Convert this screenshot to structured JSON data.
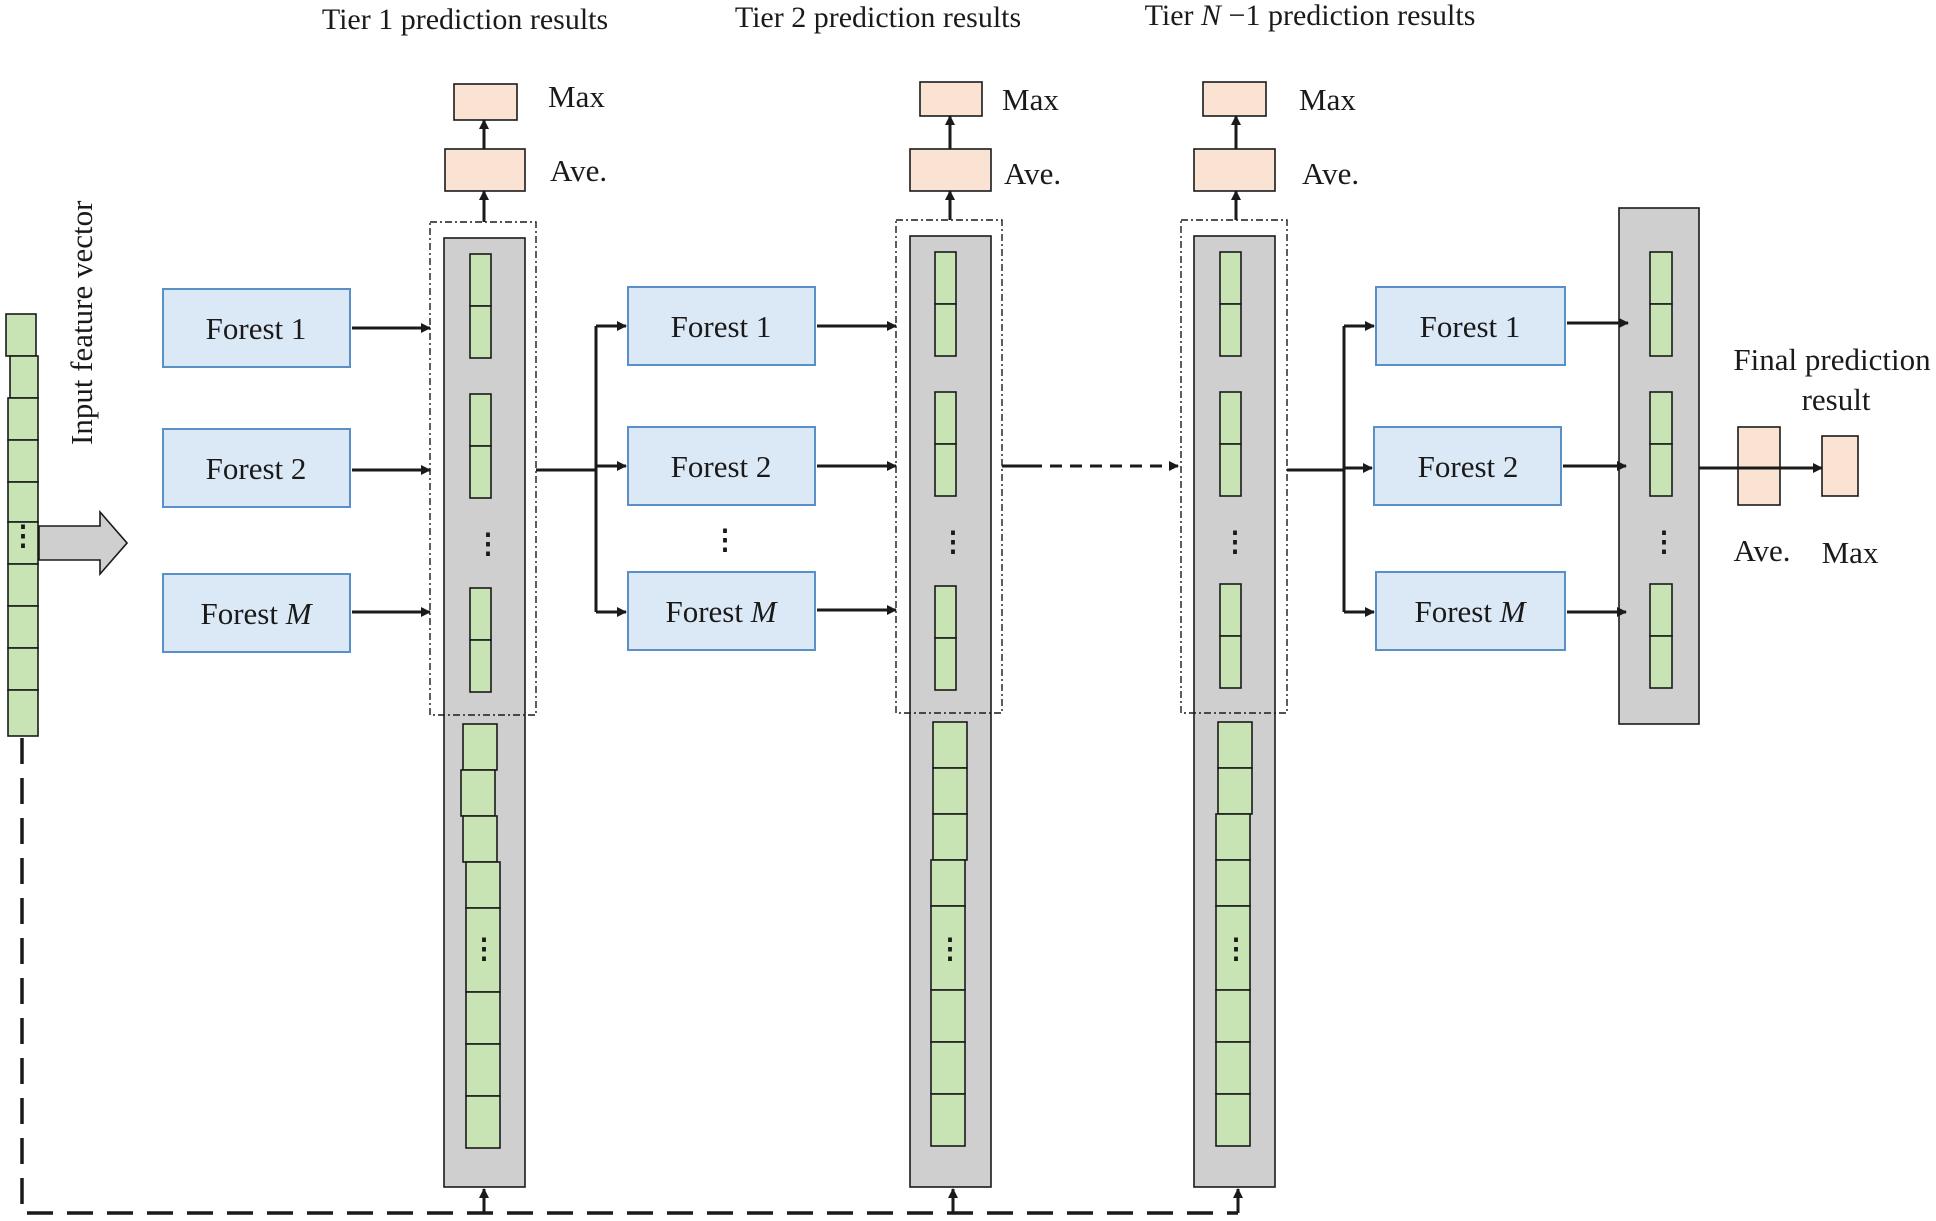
{
  "labels": {
    "input_vector": "Input feature vector",
    "tier1": "Tier 1 prediction results",
    "tier2": "Tier 2 prediction results",
    "tierN_prefix": "Tier ",
    "tierN_var": "N",
    "tierN_suffix": " −1 prediction results",
    "max": "Max",
    "ave": "Ave.",
    "final_line1": "Final prediction",
    "final_line2": "result",
    "ellipsis": "⋮"
  },
  "forests": {
    "forest1": "Forest 1",
    "forest2": "Forest 2",
    "forestM_prefix": "Forest ",
    "forestM_var": "M"
  },
  "colors": {
    "forest_fill": "#dbe8f6",
    "forest_stroke": "#5b8fc8",
    "cell_fill": "#c9e4b4",
    "column_fill": "#cfcfd0",
    "result_fill": "#fbe3d4"
  }
}
